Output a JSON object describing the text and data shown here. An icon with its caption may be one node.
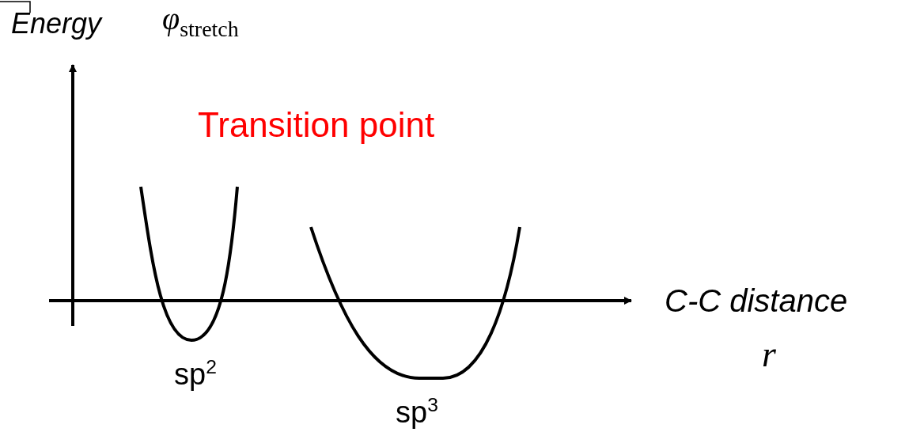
{
  "diagram": {
    "labels": [
      "Energy",
      "φ$_{stretch}$",
      "Transition point",
      "C-C distance",
      "r",
      "sp$^{2}$",
      "sp$^{3}$"
    ]
  }
}
